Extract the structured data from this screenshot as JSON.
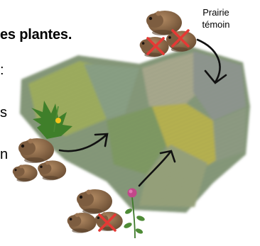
{
  "heading_fragment": "es plantes.",
  "text_fragments": [
    ":",
    "s",
    "n"
  ],
  "label_prairie": {
    "line1": "Prairie",
    "line2": "témoin"
  },
  "icons": [
    "vole-icon",
    "cross-icon",
    "dandelion-icon",
    "clover-icon",
    "arrow-icon",
    "aerial-field-image"
  ],
  "colors": {
    "cross": "#e53935",
    "field_green": "#7f9a63",
    "field_gray": "#8f9690",
    "field_yellow": "#b8b24f",
    "vole": "#8a6a4a"
  }
}
